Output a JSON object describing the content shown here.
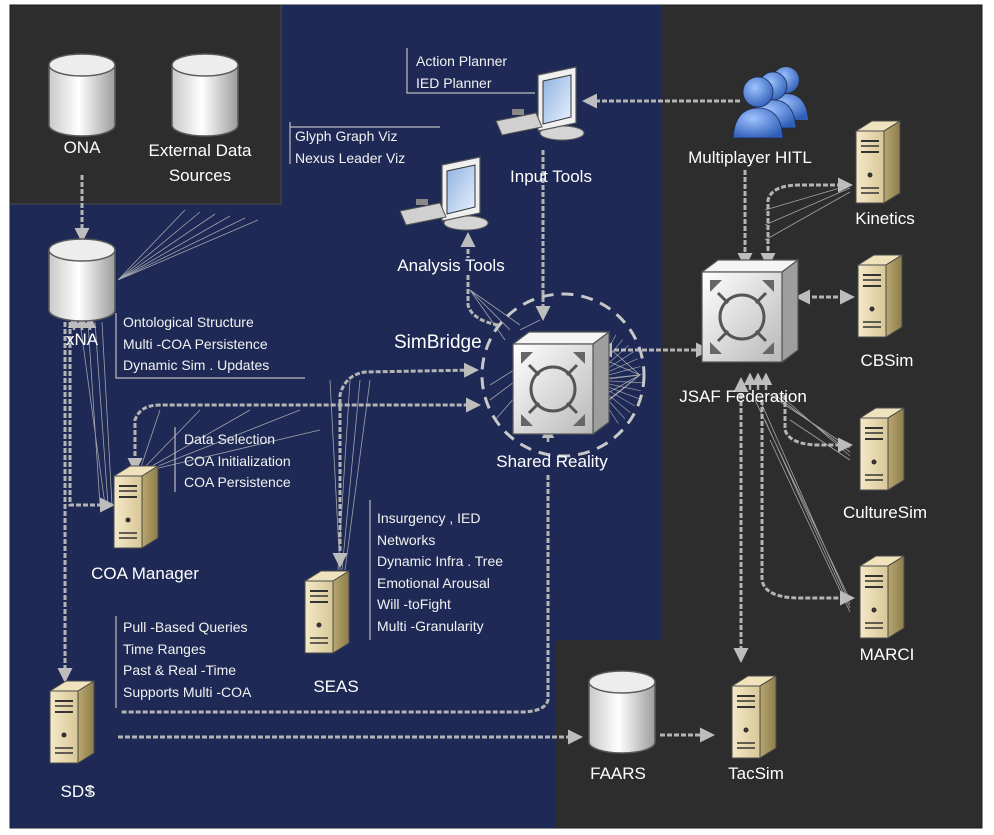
{
  "diagram": {
    "nodes": {
      "ona": "ONA",
      "external_data_sources": "External Data\nSources",
      "xna": "xNA",
      "coa_manager": "COA Manager",
      "sds": "SDS",
      "seas": "SEAS",
      "simbridge": "SimBridge",
      "shared_reality": "Shared Reality",
      "input_tools": "Input Tools",
      "analysis_tools": "Analysis Tools",
      "multiplayer_hitl": "Multiplayer HITL",
      "jsaf_federation": "JSAF Federation",
      "kinetics": "Kinetics",
      "cbsim": "CBSim",
      "culturesim": "CultureSim",
      "marci": "MARCI",
      "faars": "FAARS",
      "tacsim": "TacSim"
    },
    "notes": {
      "input_tools": [
        "Action Planner",
        "IED Planner"
      ],
      "analysis_tools": [
        "Glyph Graph Viz",
        "Nexus Leader Viz"
      ],
      "xna": [
        "Ontological Structure",
        "Multi -COA Persistence",
        "Dynamic Sim   . Updates"
      ],
      "coa_manager": [
        "Data Selection",
        "COA Initialization",
        "COA Persistence"
      ],
      "seas": [
        "Insurgency   , IED",
        "Networks",
        "Dynamic Infra   . Tree",
        "Emotional Arousal",
        "Will -toFight",
        "Multi -Granularity"
      ],
      "sds": [
        "Pull -Based Queries",
        "Time Ranges",
        "Past  & Real -Time",
        "Supports Multi    -COA"
      ]
    },
    "colors": {
      "navy_region": "#1e2a55",
      "dark_region": "#2d2d2d",
      "connector": "#b4b4b4",
      "label": "#ffffff"
    },
    "icons": {
      "database": "database-icon",
      "server": "server-icon",
      "workstation": "computer-icon",
      "users": "users-icon",
      "hub": "hub-switch-icon"
    }
  }
}
